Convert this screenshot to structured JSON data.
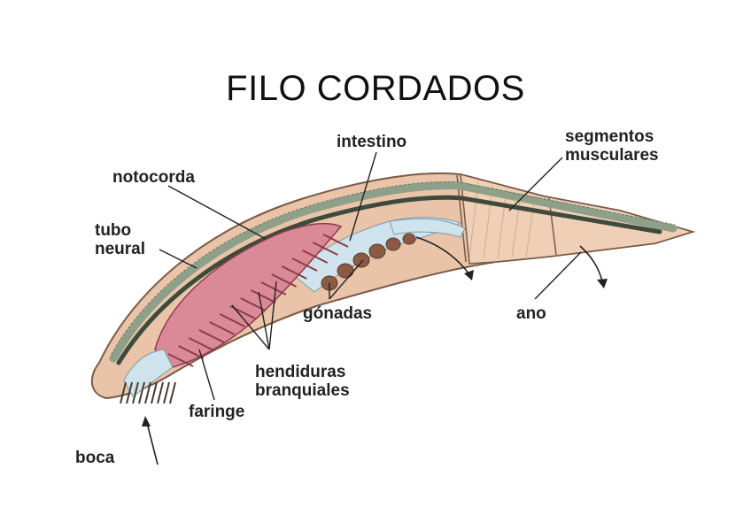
{
  "title": "FILO CORDADOS",
  "labels": {
    "intestino": "intestino",
    "segmentos_line1": "segmentos",
    "segmentos_line2": "musculares",
    "notocorda": "notocorda",
    "tubo_line1": "tubo",
    "tubo_line2": "neural",
    "gonadas": "gónadas",
    "ano": "ano",
    "hendiduras_line1": "hendiduras",
    "hendiduras_line2": "branquiales",
    "faringe": "faringe",
    "boca": "boca"
  },
  "colors": {
    "body_skin": "#e9c4a8",
    "body_outline": "#7a5a48",
    "tail_skin": "#efcfb5",
    "notochord": "#3d4a3c",
    "nerve_cord": "#8fa08a",
    "gill_pink": "#d98a96",
    "gill_bars": "#8c3b4a",
    "gut_blue": "#cfe3ec",
    "gonads_brown": "#8a5a45"
  }
}
